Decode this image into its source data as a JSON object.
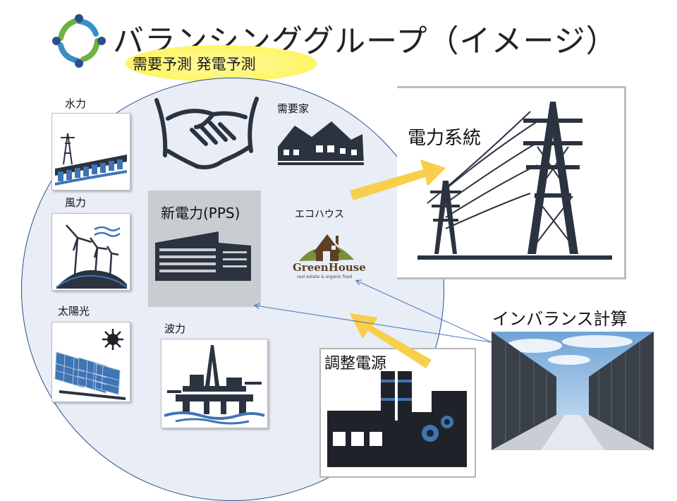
{
  "header": {
    "title": "バランシンググループ（イメージ）",
    "subtitle": "需要予測  発電予測"
  },
  "sources": {
    "hydro": "水力",
    "wind": "風力",
    "solar": "太陽光",
    "wave": "波力"
  },
  "center": {
    "pps": "新電力(PPS)",
    "consumer": "需要家",
    "ecohouse": "エコハウス",
    "greenhouse_logo": "GreenHouse",
    "greenhouse_tagline": "real estate & organic food"
  },
  "right": {
    "grid": "電力系統",
    "imbalance": "インバランス計算",
    "adjustment": "調整電源"
  },
  "colors": {
    "circle_fill": "#e8edf6",
    "circle_stroke": "#2a4f8a",
    "arrow_yellow": "#f7cf4a",
    "icon_dark": "#2b3340",
    "panel_blue": "#3f74b5",
    "highlight_yellow": "#fff566"
  },
  "icons": [
    "handshake-icon",
    "houses-icon",
    "office-building-icon",
    "greenhouse-logo-icon",
    "hydro-dam-icon",
    "wind-turbine-icon",
    "solar-panel-icon",
    "oil-rig-icon",
    "power-tower-icon",
    "factory-icon",
    "datacenter-icon",
    "group-logo-icon"
  ]
}
